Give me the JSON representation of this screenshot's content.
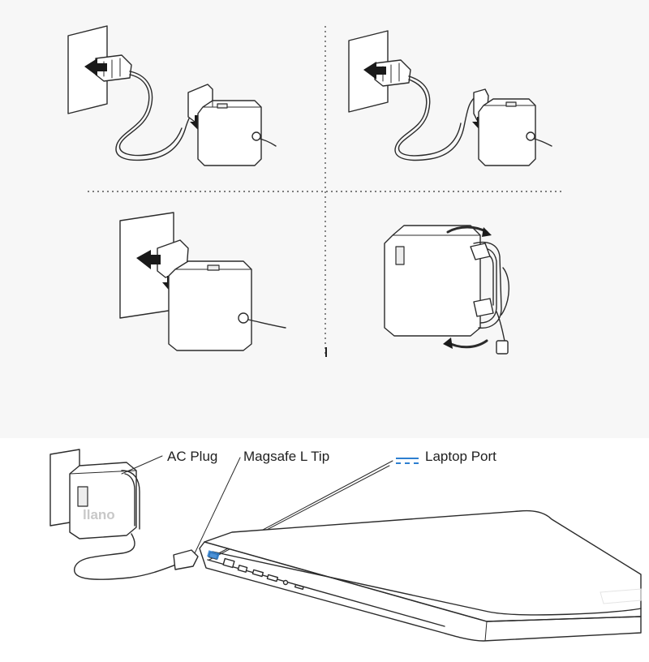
{
  "labels": {
    "ac_plug": "AC Plug",
    "magsafe_tip": "Magsafe L Tip",
    "laptop_port": "Laptop Port"
  },
  "watermark": "llano",
  "colors": {
    "port_highlight": "#2d7fd0",
    "divider": "#555555",
    "panel_bg": "#f7f7f7"
  }
}
